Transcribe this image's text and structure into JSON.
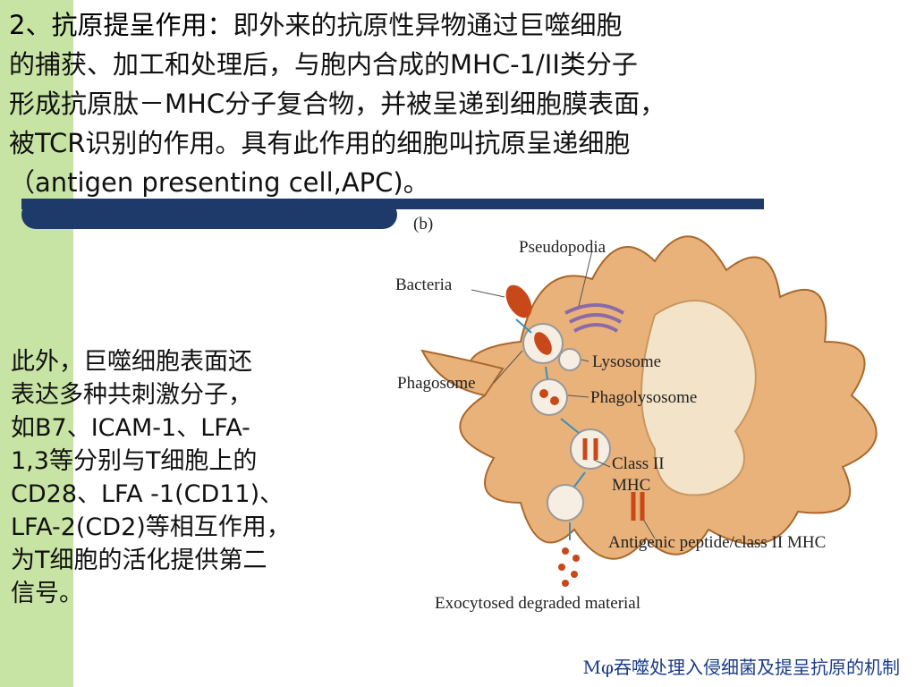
{
  "top_paragraph": {
    "line1_red": "2、抗原提呈作用：",
    "line1_rest": "即外来的抗原性异物通过巨噬细胞",
    "line2": "的捕获、加工和处理后，与胞内合成的MHC-1/II类分子",
    "line3": "形成抗原肽－MHC分子复合物，并被呈递到细胞膜表面，",
    "line4": "被TCR识别的作用。具有此作用的细胞叫抗原呈递细胞",
    "line5": "（antigen presenting cell,APC)。"
  },
  "side_paragraph": {
    "lines": [
      "此外，巨噬细胞表面还",
      "表达多种共刺激分子，",
      "如B7、ICAM-1、LFA-",
      "1,3等分别与T细胞上的",
      "CD28、LFA -1(CD11)、",
      "LFA-2(CD2)等相互作用，",
      "为T细胞的活化提供第二",
      "信号。"
    ]
  },
  "figure": {
    "panel_label": "(b)",
    "labels": {
      "pseudopodia": "Pseudopodia",
      "bacteria": "Bacteria",
      "lysosome": "Lysosome",
      "phagosome": "Phagosome",
      "phagolysosome": "Phagolysosome",
      "class2_line1": "Class II",
      "class2_line2": "MHC",
      "antigenic": "Antigenic peptide/class II MHC",
      "exocytosed": "Exocytosed degraded material"
    }
  },
  "caption": "Mφ吞噬处理入侵细菌及提呈抗原的机制",
  "colors": {
    "left_bar": "#c8e4a4",
    "rule": "#1e3a6b",
    "cell": "#e9b27a",
    "nucleus": "#f3e3c8",
    "bacteria": "#c8481a"
  }
}
